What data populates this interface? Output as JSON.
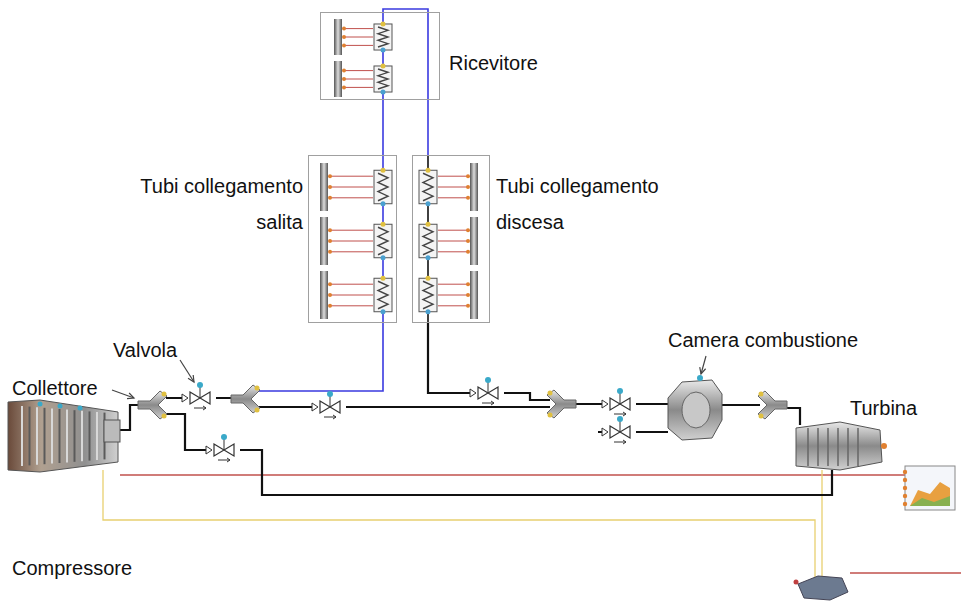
{
  "diagram": {
    "nodes": [
      {
        "text": [
          "Ricevitore"
        ]
      },
      {
        "text": [
          "Tubi collegamento salita"
        ]
      },
      {
        "text": [
          "Tubi collegamento discesa"
        ]
      }
    ],
    "edges": [
      {
        "from": 1,
        "to": 0,
        "arrow": "none"
      },
      {
        "from": 0,
        "to": 2,
        "arrow": "none"
      }
    ],
    "labels": [
      "Valvola",
      "Collettore",
      "Camera combustione",
      "Turbina",
      "Compressore"
    ]
  }
}
